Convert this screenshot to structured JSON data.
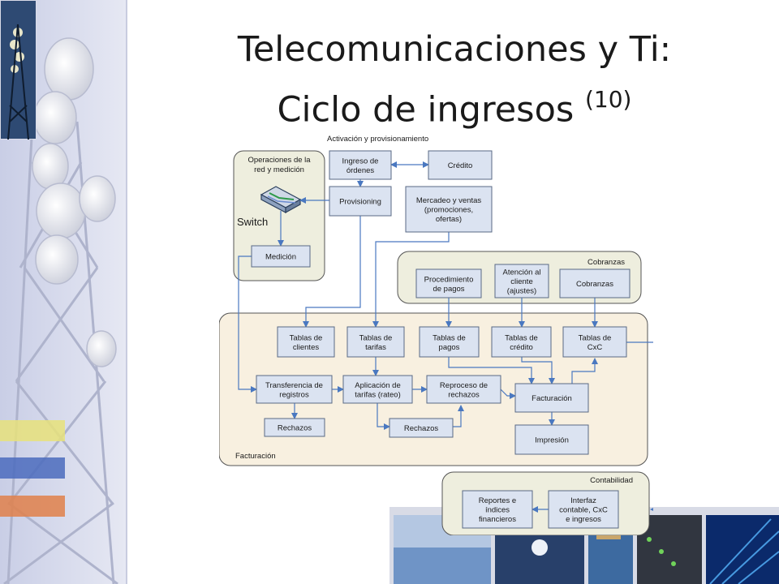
{
  "slide": {
    "title_line1": "Telecomunicaciones y Ti:",
    "title_line2": "Ciclo de ingresos",
    "title_note": "(10)"
  },
  "diagram": {
    "groups": {
      "activacion": "Activación y provisionamiento",
      "operaciones": [
        "Operaciones de la",
        "red y medición"
      ],
      "cobranzas": "Cobranzas",
      "facturacion": "Facturación",
      "contabilidad": "Contabilidad"
    },
    "switch_label": "Switch",
    "boxes": {
      "ingreso": [
        "Ingreso de",
        "órdenes"
      ],
      "credito": [
        "Crédito"
      ],
      "provisioning": [
        "Provisioning"
      ],
      "mercadeo": [
        "Mercadeo y ventas",
        "(promociones,",
        "ofertas)"
      ],
      "medicion": [
        "Medición"
      ],
      "procedimiento": [
        "Procedimiento",
        "de pagos"
      ],
      "atencion": [
        "Atención al",
        "cliente",
        "(ajustes)"
      ],
      "cobranzas_box": [
        "Cobranzas"
      ],
      "tablas_clientes": [
        "Tablas de",
        "clientes"
      ],
      "tablas_tarifas": [
        "Tablas de",
        "tarifas"
      ],
      "tablas_pagos": [
        "Tablas de",
        "pagos"
      ],
      "tablas_credito": [
        "Tablas de",
        "crédito"
      ],
      "tablas_cxc": [
        "Tablas de",
        "CxC"
      ],
      "transferencia": [
        "Transferencia de",
        "registros"
      ],
      "aplicacion": [
        "Aplicación de",
        "tarifas (rateo)"
      ],
      "reproceso": [
        "Reproceso de",
        "rechazos"
      ],
      "facturacion_box": [
        "Facturación"
      ],
      "rechazos1": [
        "Rechazos"
      ],
      "rechazos2": [
        "Rechazos"
      ],
      "impresion": [
        "Impresión"
      ],
      "reportes": [
        "Reportes e",
        "índices",
        "financieros"
      ],
      "interfaz": [
        "Interfaz",
        "contable, CxC",
        "e ingresos"
      ]
    }
  },
  "colors": {
    "box_fill": "#dbe3f1",
    "box_stroke": "#5a6a85",
    "group_fill": "#f3f3e6",
    "factura_fill": "#f8f0e0",
    "arrow": "#4a78c0"
  }
}
